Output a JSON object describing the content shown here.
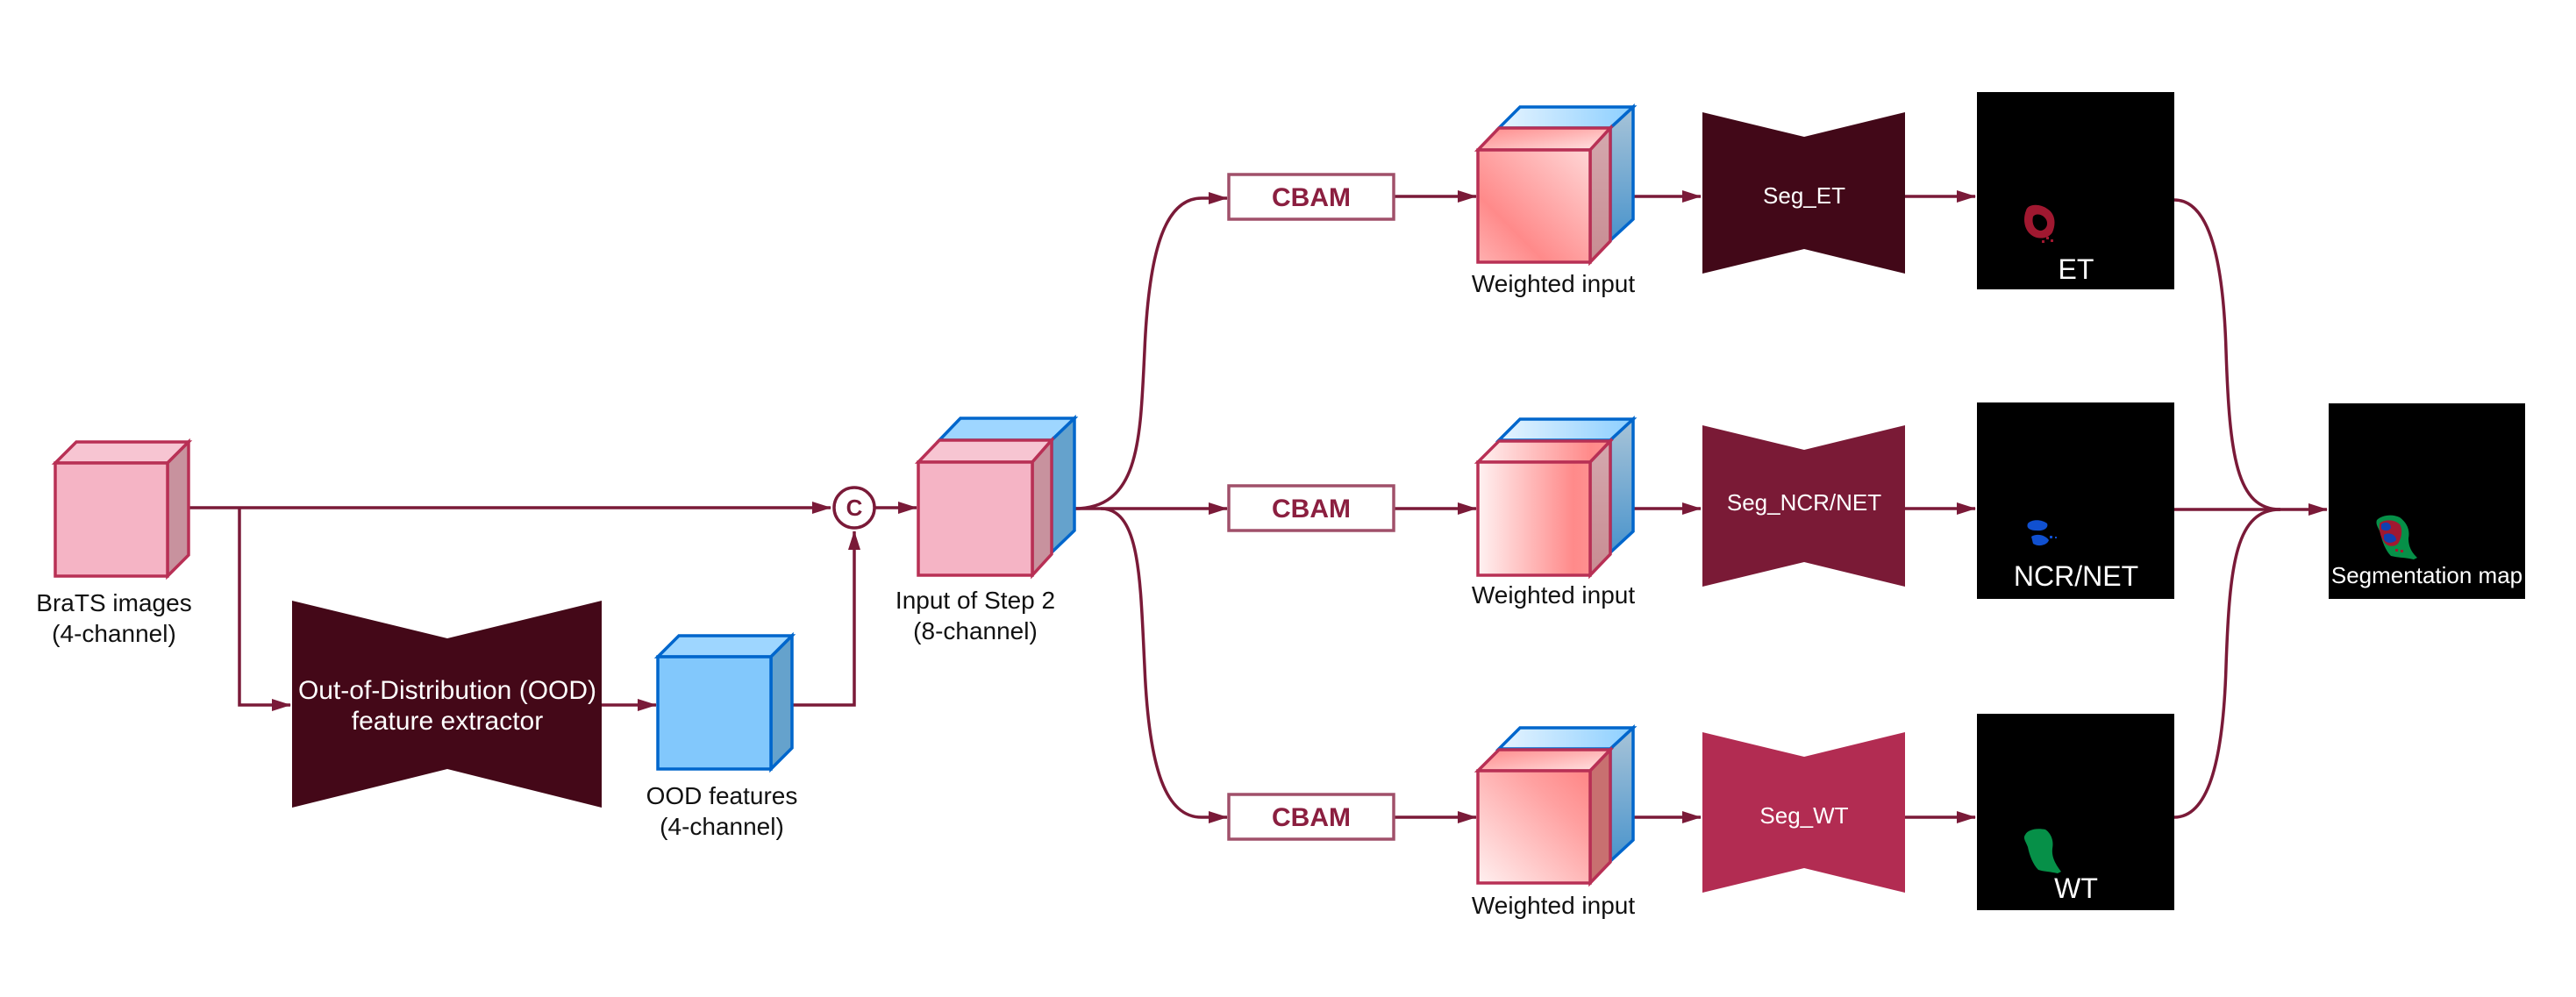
{
  "diagram": {
    "colors": {
      "connector": "#7a1a38",
      "pink_face": "#f5b4c5",
      "pink_border": "#b83055",
      "blue_face": "#82c8fc",
      "blue_border": "#0066cc",
      "ood_extractor": "#440818",
      "seg_et": "#420818",
      "seg_ncr": "#7a1a36",
      "seg_wt": "#b22c52",
      "cbam_text": "#8b1f40",
      "cbam_border": "#a0506a",
      "mask_et": "#a01830",
      "mask_ncr": "#1050d0",
      "mask_wt": "#069048"
    },
    "input": {
      "label_line1": "BraTS images",
      "label_line2": "(4-channel)"
    },
    "ood_extractor": {
      "line1": "Out-of-Distribution (OOD)",
      "line2": "feature extractor"
    },
    "ood_features": {
      "label_line1": "OOD features",
      "label_line2": "(4-channel)"
    },
    "concat": {
      "symbol": "C"
    },
    "step2_input": {
      "label_line1": "Input of Step 2",
      "label_line2": "(8-channel)"
    },
    "branches": [
      {
        "cbam": "CBAM",
        "weighted_label": "Weighted input",
        "seg_label": "Seg_ET",
        "output_label": "ET"
      },
      {
        "cbam": "CBAM",
        "weighted_label": "Weighted input",
        "seg_label": "Seg_NCR/NET",
        "output_label": "NCR/NET"
      },
      {
        "cbam": "CBAM",
        "weighted_label": "Weighted input",
        "seg_label": "Seg_WT",
        "output_label": "WT"
      }
    ],
    "final_output": {
      "label": "Segmentation map"
    }
  }
}
